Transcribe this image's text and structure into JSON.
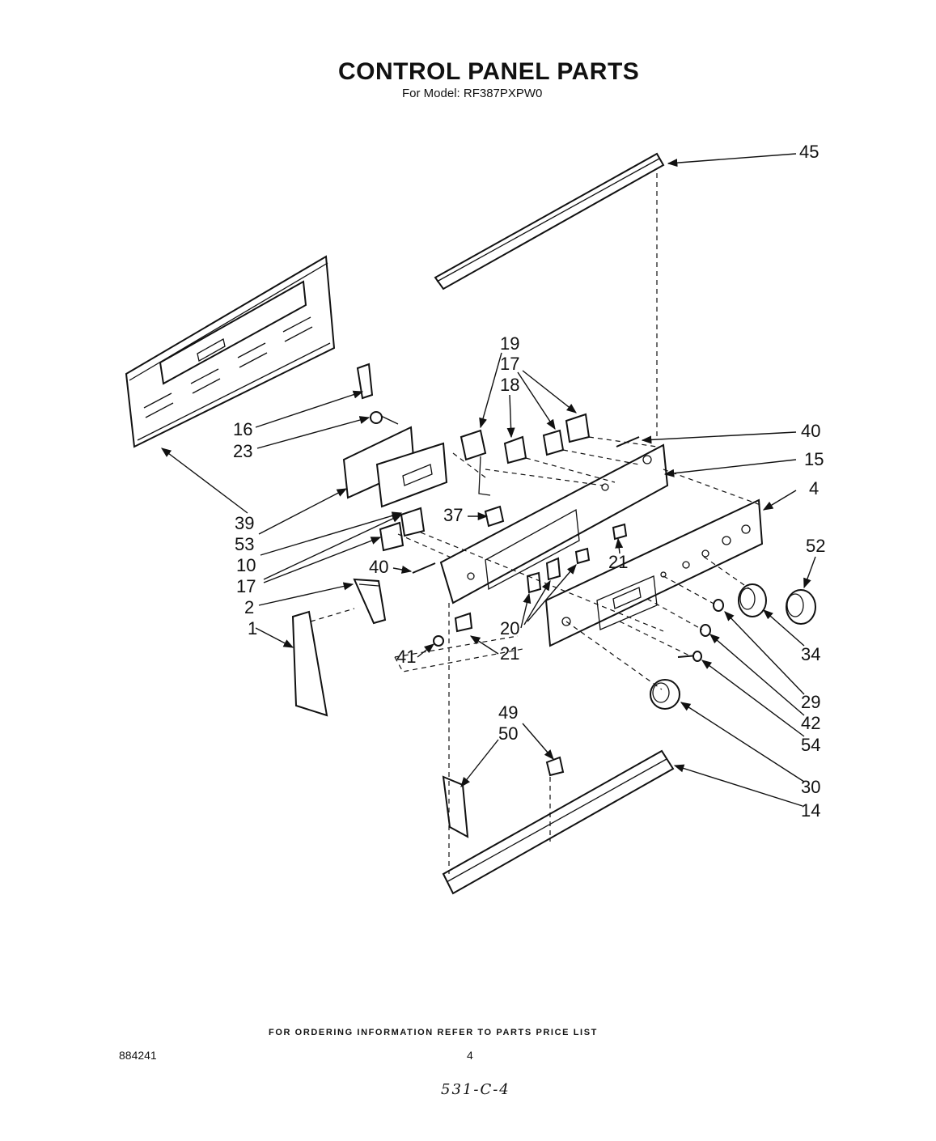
{
  "header": {
    "title": "CONTROL PANEL PARTS",
    "subtitle": "For Model: RF387PXPW0"
  },
  "callouts": [
    {
      "label": "45"
    },
    {
      "label": "19"
    },
    {
      "label": "17"
    },
    {
      "label": "18"
    },
    {
      "label": "16"
    },
    {
      "label": "23"
    },
    {
      "label": "40"
    },
    {
      "label": "15"
    },
    {
      "label": "4"
    },
    {
      "label": "52"
    },
    {
      "label": "39"
    },
    {
      "label": "53"
    },
    {
      "label": "10"
    },
    {
      "label": "17"
    },
    {
      "label": "37"
    },
    {
      "label": "40"
    },
    {
      "label": "21"
    },
    {
      "label": "2"
    },
    {
      "label": "1"
    },
    {
      "label": "20"
    },
    {
      "label": "41"
    },
    {
      "label": "21"
    },
    {
      "label": "34"
    },
    {
      "label": "29"
    },
    {
      "label": "42"
    },
    {
      "label": "54"
    },
    {
      "label": "49"
    },
    {
      "label": "50"
    },
    {
      "label": "30"
    },
    {
      "label": "14"
    }
  ],
  "footer": {
    "note": "FOR ORDERING INFORMATION REFER TO PARTS PRICE LIST",
    "doc_number": "884241",
    "page_number": "4",
    "handwritten": "531-C-4"
  }
}
